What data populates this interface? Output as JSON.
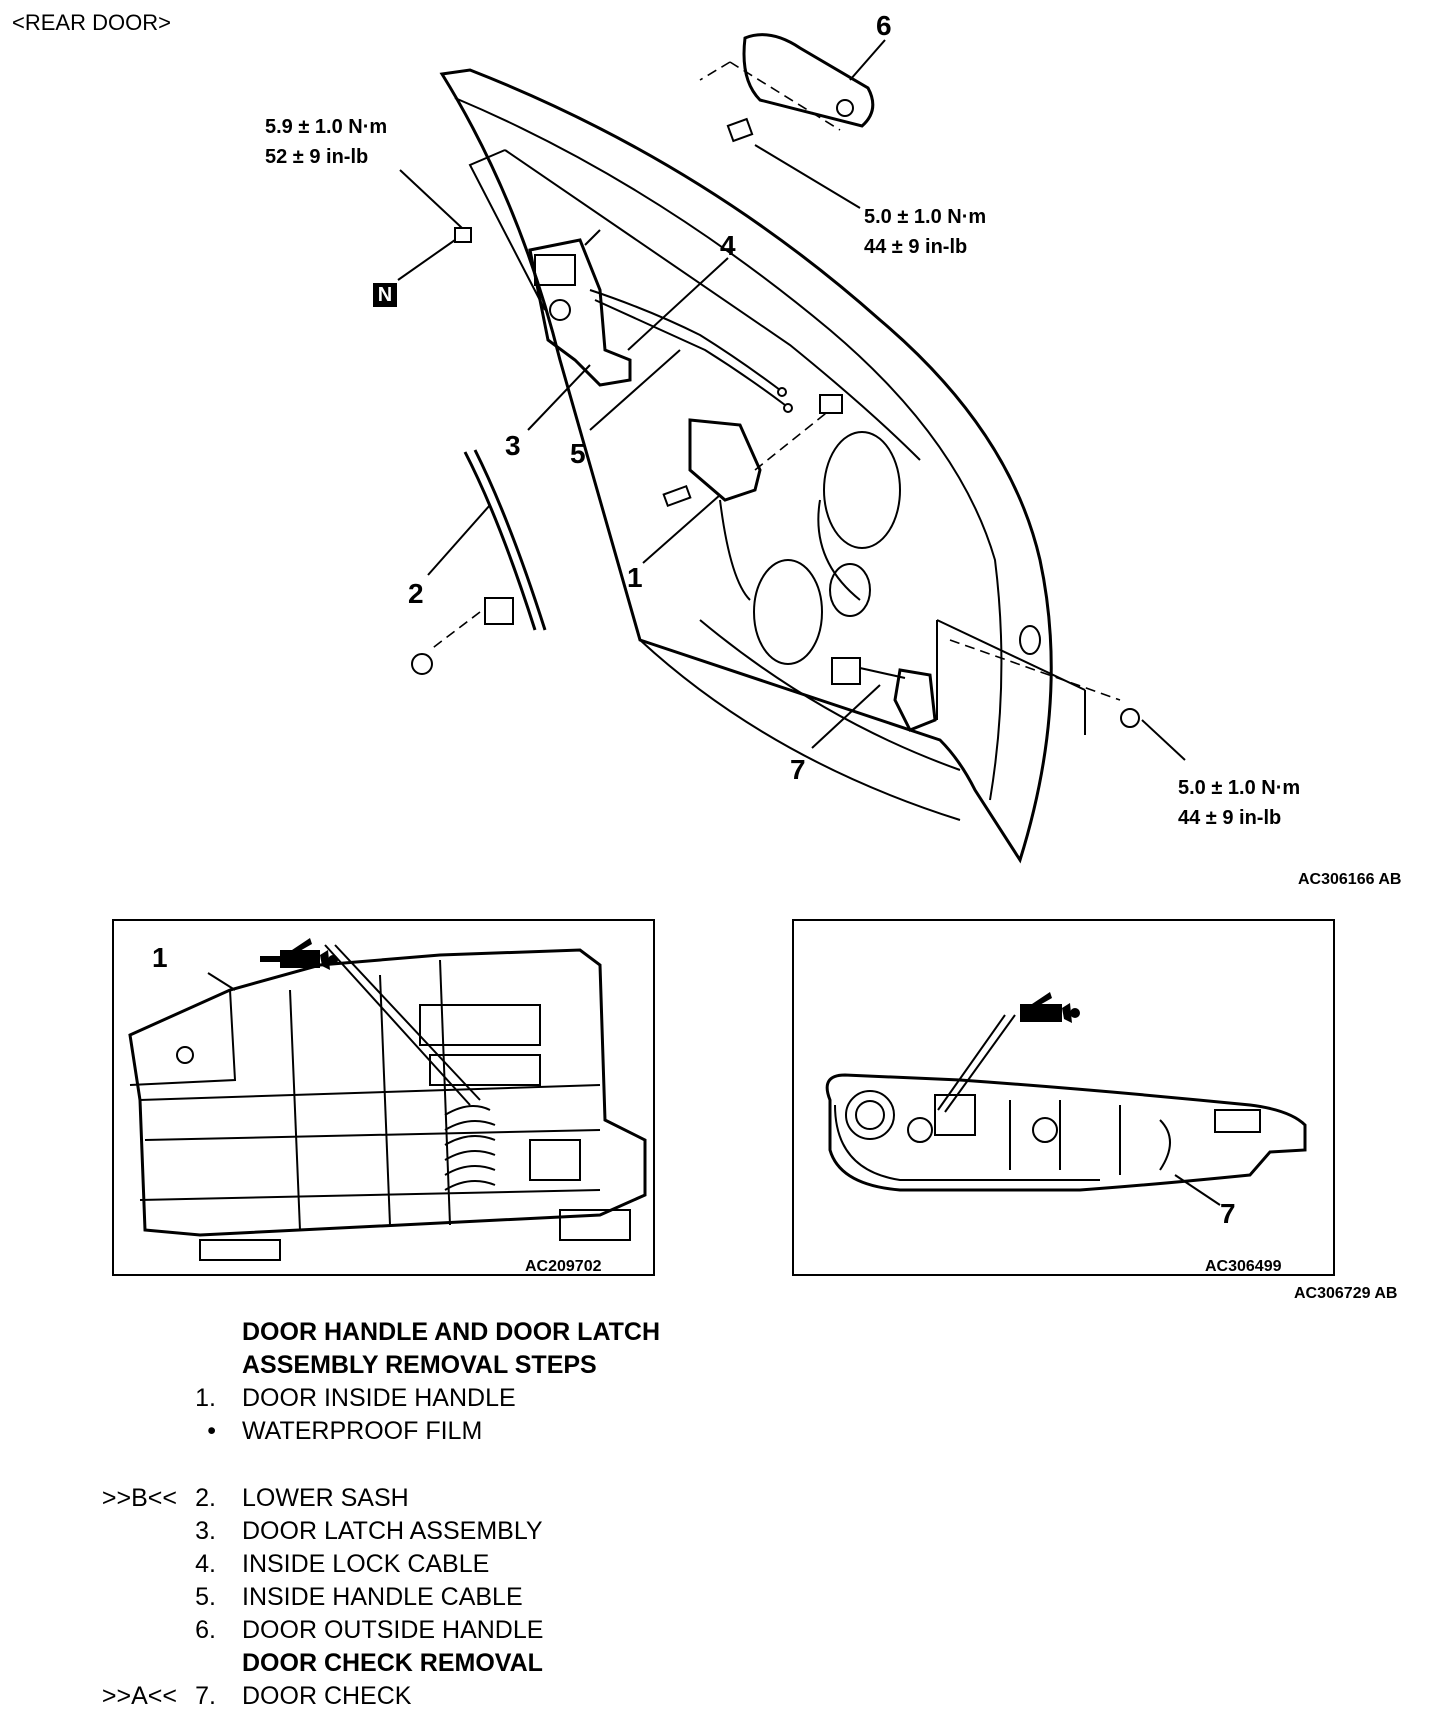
{
  "header": "<REAR DOOR>",
  "callouts": {
    "c1": "1",
    "c2": "2",
    "c3": "3",
    "c4": "4",
    "c5": "5",
    "c6": "6",
    "c7": "7"
  },
  "torque": {
    "latch_nm": "5.9 ± 1.0 N·m",
    "latch_inlb": "52 ± 9 in-lb",
    "outside_handle_nm": "5.0 ± 1.0 N·m",
    "outside_handle_inlb": "44 ± 9 in-lb",
    "door_check_nm": "5.0 ± 1.0 N·m",
    "door_check_inlb": "44 ± 9 in-lb"
  },
  "n_badge": "N",
  "figure_codes": {
    "main": "AC306166 AB",
    "inset_left": "AC209702",
    "inset_right": "AC306499",
    "insets": "AC306729 AB"
  },
  "inset_left_callout": "1",
  "inset_right_callout": "7",
  "steps": {
    "heading_line1": "DOOR HANDLE AND DOOR LATCH",
    "heading_line2": "ASSEMBLY REMOVAL STEPS",
    "items": [
      {
        "ref": "",
        "num": "1.",
        "text": "DOOR INSIDE HANDLE"
      },
      {
        "ref": "",
        "num": "•",
        "text": "WATERPROOF FILM"
      },
      {
        "ref": ">>B<<",
        "num": "2.",
        "text": "LOWER SASH"
      },
      {
        "ref": "",
        "num": "3.",
        "text": "DOOR LATCH ASSEMBLY"
      },
      {
        "ref": "",
        "num": "4.",
        "text": "INSIDE LOCK CABLE"
      },
      {
        "ref": "",
        "num": "5.",
        "text": "INSIDE HANDLE CABLE"
      },
      {
        "ref": "",
        "num": "6.",
        "text": "DOOR OUTSIDE HANDLE"
      }
    ],
    "heading2": "DOOR CHECK REMOVAL",
    "last": {
      "ref": ">>A<<",
      "num": "7.",
      "text": "DOOR CHECK"
    }
  }
}
